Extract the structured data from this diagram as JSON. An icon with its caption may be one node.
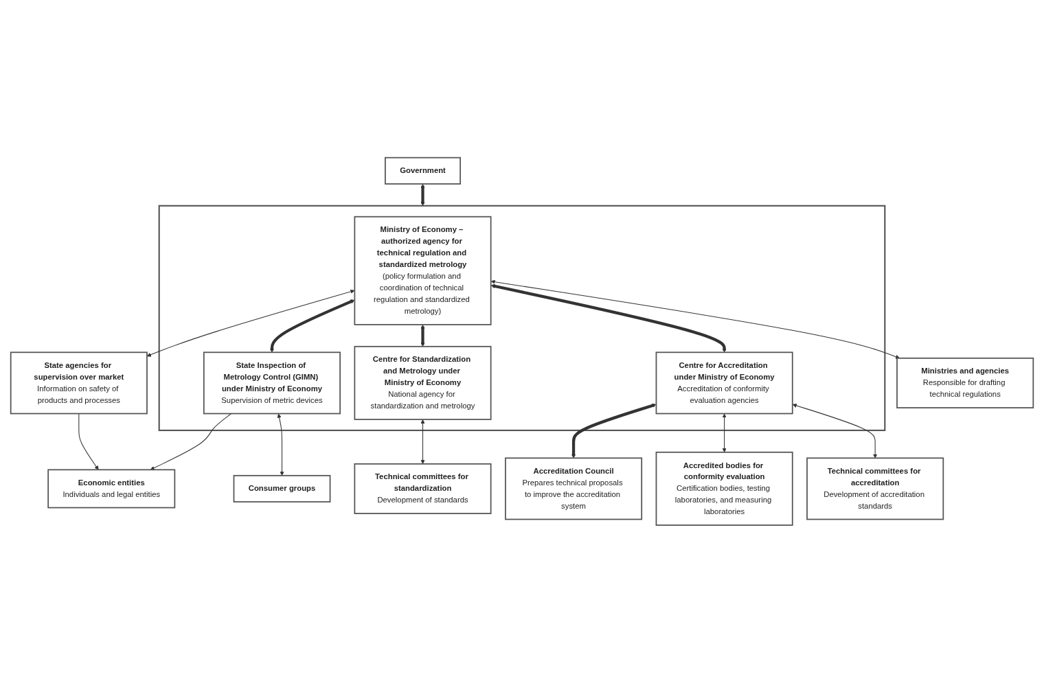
{
  "diagram": {
    "nodes": [
      {
        "text": [
          "Government"
        ]
      },
      {
        "text": [
          "Ministries and agencies",
          "Responsible for drafting technical regulations"
        ]
      },
      {
        "text": [],
        "shape": "box"
      },
      {
        "text": [
          "Ministry of Economy – authorized agency for technical regulation and standardized metrology",
          "(policy formulation and coordination of technical regulation and standardized metrology)"
        ],
        "in": 2
      },
      {
        "text": [
          "State agencies for supervision over market",
          "Information on safety of products and processes"
        ]
      },
      {
        "text": [
          "State Inspection of Metrology Control (GIMN) under Ministry of Economy",
          "Supervision of metric devices"
        ],
        "in": 2
      },
      {
        "text": [
          "Centre for Standardization and Metrology under Ministry of Economy",
          "National agency for standardization and metrology"
        ],
        "in": 2
      },
      {
        "text": [
          "Centre for Accreditation under Ministry of Economy",
          "Accreditation of conformity evaluation agencies"
        ],
        "in": 2
      },
      {
        "text": [
          "Accreditation Council",
          "Prepares technical proposals to improve the accreditation system"
        ]
      },
      {
        "text": [
          "Economic entities",
          "Individuals and legal entities"
        ]
      },
      {
        "text": [
          "Consumer groups"
        ]
      },
      {
        "text": [
          "Technical committees for standardization",
          "Development of standards"
        ]
      },
      {
        "text": [
          "Accredited bodies for conformity evaluation",
          "Certification bodies, testing laboratories, and measuring laboratories"
        ]
      },
      {
        "text": [
          "Technical committees for accreditation",
          "Development of accreditation standards"
        ]
      }
    ],
    "edges": [
      {
        "from": 0,
        "to": 2,
        "arrow": "both",
        "style": "thick"
      },
      {
        "from": 3,
        "to": 1,
        "arrow": "both"
      },
      {
        "from": 3,
        "to": 4,
        "arrow": "both"
      },
      {
        "from": 3,
        "to": 5,
        "arrow": "both",
        "style": "thick"
      },
      {
        "from": 3,
        "to": 6,
        "arrow": "both",
        "style": "thick"
      },
      {
        "from": 3,
        "to": 7,
        "arrow": "both",
        "style": "thick"
      },
      {
        "from": 7,
        "to": 8,
        "arrow": "both",
        "style": "thick"
      },
      {
        "from": 4,
        "to": 9,
        "arrow": "to"
      },
      {
        "from": 5,
        "to": 10,
        "arrow": "both"
      },
      {
        "from": 5,
        "to": 9,
        "arrow": "to"
      },
      {
        "from": 6,
        "to": 11,
        "arrow": "both"
      },
      {
        "from": 7,
        "to": 12,
        "arrow": "both"
      },
      {
        "from": 7,
        "to": 13,
        "arrow": "both"
      }
    ]
  }
}
